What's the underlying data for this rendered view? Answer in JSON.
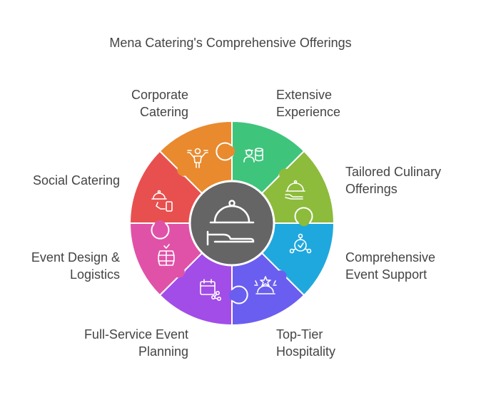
{
  "title": "Mena Catering's Comprehensive Offerings",
  "segments": [
    {
      "label": "Extensive Experience",
      "color": "#3fc47c",
      "icon": "worker-coins-icon"
    },
    {
      "label": "Tailored Culinary Offerings",
      "color": "#8dbb3c",
      "icon": "serving-cloche-icon"
    },
    {
      "label": "Comprehensive Event Support",
      "color": "#1fa8de",
      "icon": "support-network-icon"
    },
    {
      "label": "Top-Tier Hospitality",
      "color": "#6a5ef0",
      "icon": "star-service-icon"
    },
    {
      "label": "Full-Service Event Planning",
      "color": "#a24de8",
      "icon": "calendar-share-icon"
    },
    {
      "label": "Event Design & Logistics",
      "color": "#e052a8",
      "icon": "barrel-icon"
    },
    {
      "label": "Social Catering",
      "color": "#e8504f",
      "icon": "food-delivery-icon"
    },
    {
      "label": "Corporate Catering",
      "color": "#e98a2e",
      "icon": "business-people-icon"
    }
  ],
  "center": {
    "color": "#656565",
    "icon": "cloche-hand-icon"
  }
}
